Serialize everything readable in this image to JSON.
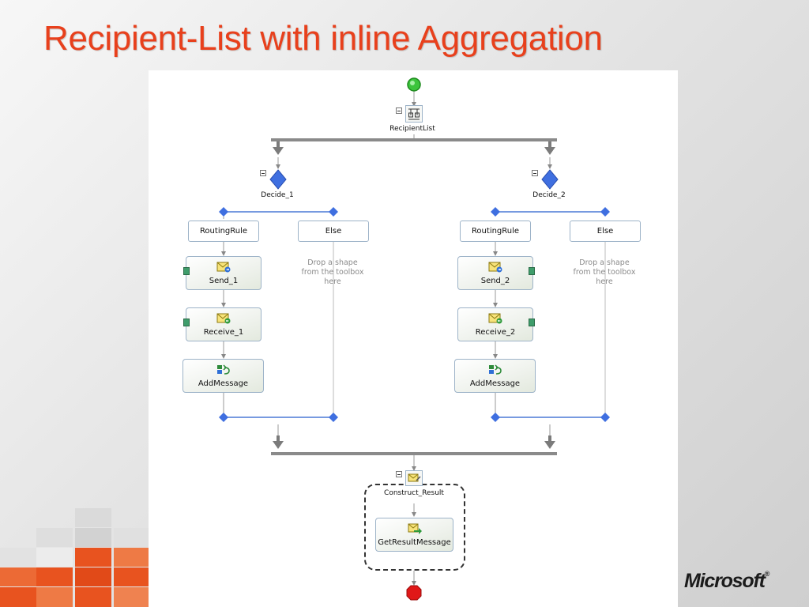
{
  "slide": {
    "title": "Recipient-List with inline Aggregation",
    "brand": "Microsoft",
    "brand_mark": "®"
  },
  "colors": {
    "title": "#e8401c",
    "tile_orange": "#e8531f",
    "tile_orange_light": "#ee7a45",
    "tile_gray": "#d9d9d9",
    "connector": "#888888",
    "branch_line": "#4a78d6",
    "diamond": "#3f6fe0",
    "start": "#3cc43c",
    "stop": "#e01818"
  },
  "diagram": {
    "parallel_shape": "RecipientList",
    "decide_left": "Decide_1",
    "decide_right": "Decide_2",
    "left": {
      "rule": "RoutingRule",
      "else": "Else",
      "send": "Send_1",
      "receive": "Receive_1",
      "add": "AddMessage",
      "hint_1": "Drop a shape",
      "hint_2": "from the toolbox",
      "hint_3": "here"
    },
    "right": {
      "rule": "RoutingRule",
      "else": "Else",
      "send": "Send_2",
      "receive": "Receive_2",
      "add": "AddMessage",
      "hint_1": "Drop a shape",
      "hint_2": "from the toolbox",
      "hint_3": "here"
    },
    "construct": "Construct_Result",
    "message_assign": "GetResultMessage",
    "icons": {
      "start": "start-circle-icon",
      "parallel": "parallel-actions-icon",
      "decide": "decide-diamond-icon",
      "send": "send-envelope-icon",
      "receive": "receive-envelope-icon",
      "add_message": "add-message-icon",
      "construct": "construct-message-icon",
      "assign": "message-assignment-icon",
      "stop": "stop-octagon-icon"
    }
  }
}
